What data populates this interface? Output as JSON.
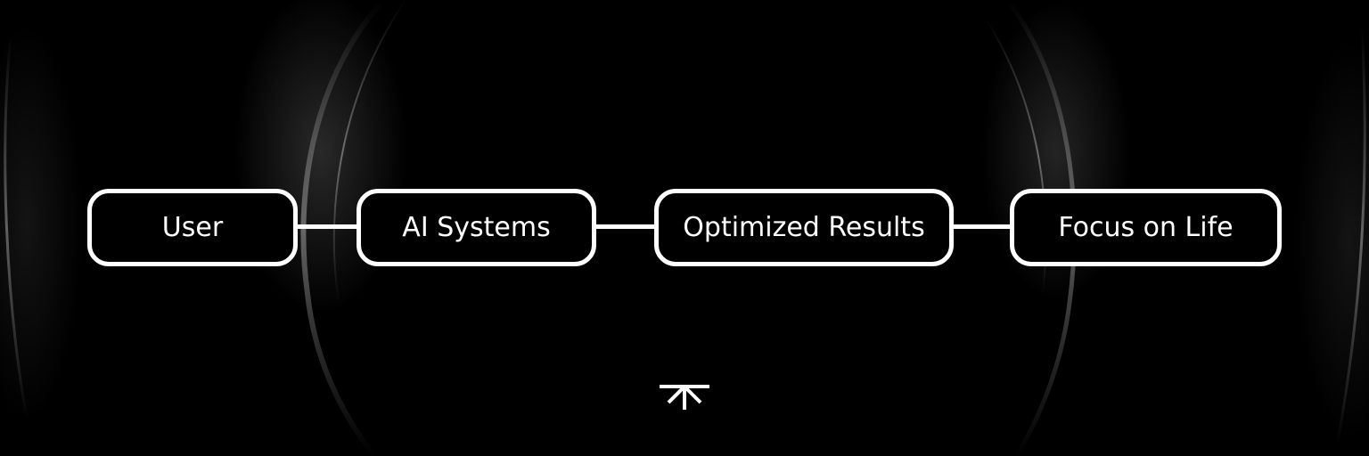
{
  "diagram": {
    "nodes": [
      {
        "label": "User"
      },
      {
        "label": "AI Systems"
      },
      {
        "label": "Optimized Results"
      },
      {
        "label": "Focus on Life"
      }
    ],
    "edges": [
      {
        "from": "User",
        "to": "AI Systems"
      },
      {
        "from": "AI Systems",
        "to": "Optimized Results"
      },
      {
        "from": "Optimized Results",
        "to": "Focus on Life"
      }
    ]
  },
  "colors": {
    "background": "#000000",
    "foreground": "#ffffff"
  },
  "icons": {
    "brand": "brand-logo-icon"
  }
}
